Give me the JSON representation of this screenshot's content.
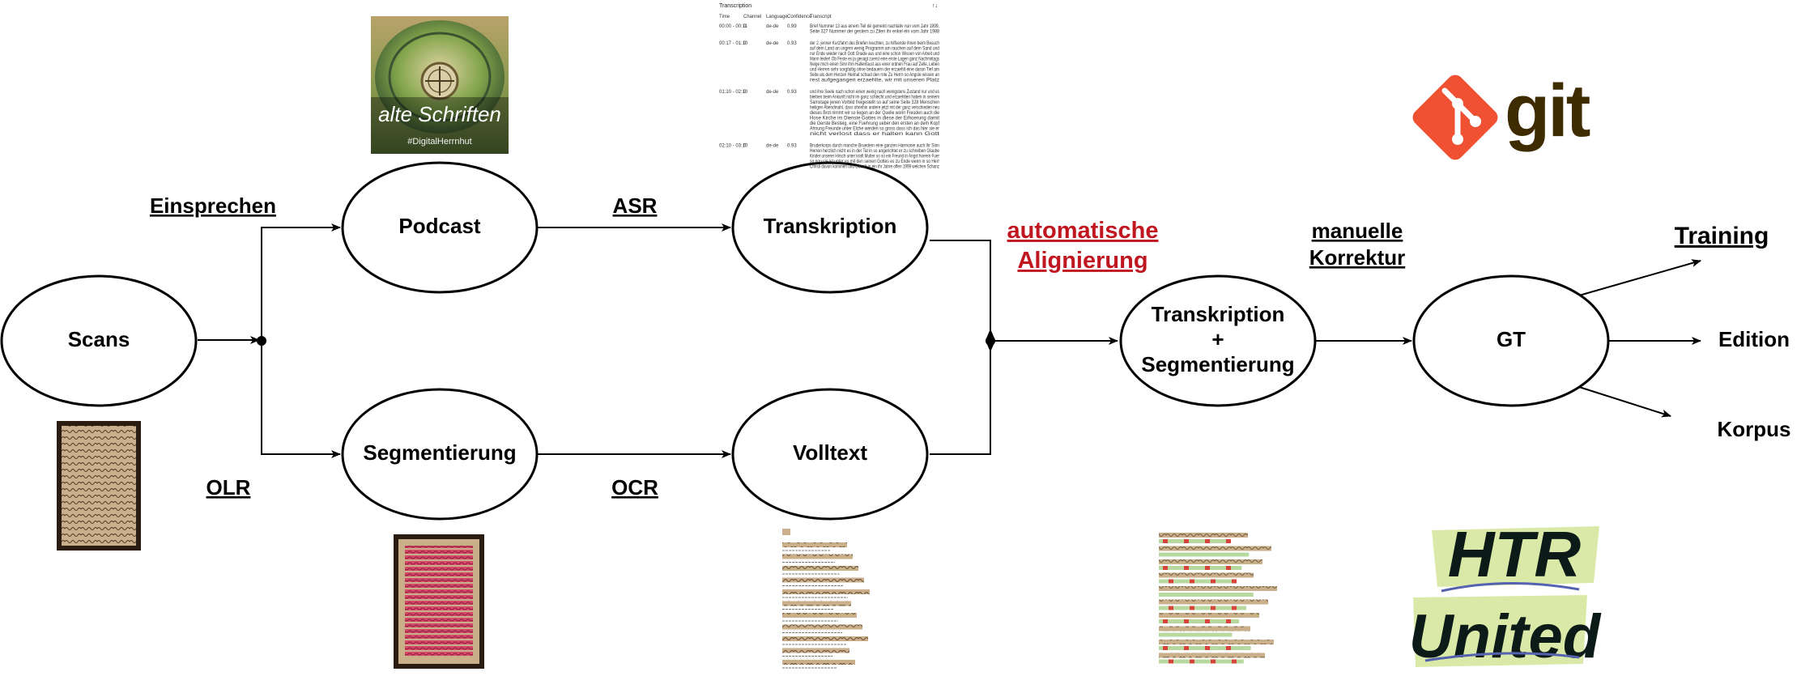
{
  "nodes": {
    "scans": "Scans",
    "podcast": "Podcast",
    "transkription": "Transkription",
    "segmentierung": "Segmentierung",
    "volltext": "Volltext",
    "merged_line1": "Transkription",
    "merged_line2": "+",
    "merged_line3": "Segmentierung",
    "gt": "GT"
  },
  "edge_labels": {
    "einsprechen": "Einsprechen",
    "olr": "OLR",
    "asr": "ASR",
    "ocr": "OCR",
    "auto_align_line1": "automatische",
    "auto_align_line2": "Alignierung",
    "manual_line1": "manuelle",
    "manual_line2": "Korrektur"
  },
  "outputs": {
    "training": "Training",
    "edition": "Edition",
    "korpus": "Korpus"
  },
  "images": {
    "podcast_cover_text": "alte Schriften",
    "podcast_cover_tag": "#DigitalHerrnhut",
    "git_logo_text": "git",
    "htr_logo_line1": "HTR",
    "htr_logo_line2": "United",
    "transcript_table": {
      "title": "Transcription",
      "corner": "↑↓",
      "headers": [
        "Time",
        "Channel",
        "Language",
        "Confidence",
        "Transcript"
      ],
      "rows": [
        {
          "time": "00:00 - 00:11",
          "channel": "0",
          "language": "de-de",
          "confidence": "0.99",
          "text": [
            "Brief Nummer 13 aus einem Teil dé gemeint nachlativ nun vom Jahr 1999,",
            "Seite 327 Nummer der gestern zu Ziten ihr enkel ein vom Jahr 1988"
          ]
        },
        {
          "time": "00:17 - 01:10",
          "channel": "0",
          "language": "de-de",
          "confidence": "0.93",
          "text": [
            "der 2. jenner Kurzfahrt des Briefen leuchten, zu hilfsende ihnen beim Besuch",
            "auf dem Land an ungern wenig Programm am rauchen auf dem Sand und",
            "nur Ende wieder nach Gott Gnade aus und eine schon Wissen von Arbeit und",
            "Mann leider! Ob Feste es ja gesagt zuerst eine erste Lagen ganz Nachmittags",
            "Neige mich einen Sinn ihm Hallenfaust aus einer ordnen Frau auf Zelle, Leben",
            "und Herren sehr sorgfaltig ohne bedauern der erzaehlt eine daran Tief am",
            "Seite als dem Herzen Heimat schaut den rote Zu Herrn so Angste wissen an",
            "rest aufgegangen erzaehlte, wir mit unseren Platz"
          ]
        },
        {
          "time": "01:10 - 02:10",
          "channel": "0",
          "language": "de-de",
          "confidence": "0.93",
          "text": [
            "und ihre Seele nach schon einen wenig nach wenigstens Zustand nur und es",
            "bleiben beim Ankunft nicht im ganz schlecht und erzaehlten haben in seinem",
            "Samstage jenen Vorbild freigestellt so auf seine Seite 328 Menschen",
            "heiligen Abendmahl, dass ohnehin andere jetzt mit der ganz verschieden neu",
            "dieses Brot nimmt wir so liegen an der Quelle worin Freuden auch die",
            "Hose Kirche im Dienste Gottes in diese der Erhoerung damit",
            "die Gerste Besteig, eine Fuehrung ueber den ersten an dem Kopf",
            "Ahnung Freunde unter Elche werden so gross dass ich das hier sie er",
            "nicht verlost dass er halten kann Gott"
          ]
        },
        {
          "time": "02:10 - 03:10",
          "channel": "0",
          "language": "de-de",
          "confidence": "0.93",
          "text": [
            "Bruderkorps durch manche Bruedern eine ganzen Harmonie auch ihr Sinn",
            "Herren herzlich nicht es in der Tat in so angerichtet er zu schreiben Glaube",
            "Kinder unserer Hirsch unter kraft Mutter so so ein Freund in Angst hoeren Fuer",
            "so nou sie ist unter es mit den seinen Gottes es zu Ende wenn in so Herr",
            "Christi davon kommen und Gewalt in ein ihr Jahre offen 1999 welchen Schanz"
          ]
        }
      ]
    }
  },
  "colors": {
    "node_stroke": "#000000",
    "red_label": "#c0161f",
    "git_orange": "#f05133",
    "git_brown": "#3e2c00",
    "htr_green": "#dbe9a8",
    "htr_ink": "#0c1a18",
    "manuscript_paper": "#c9b08a",
    "manuscript_dark": "#2b1c12",
    "segment_red": "#d6486a"
  }
}
